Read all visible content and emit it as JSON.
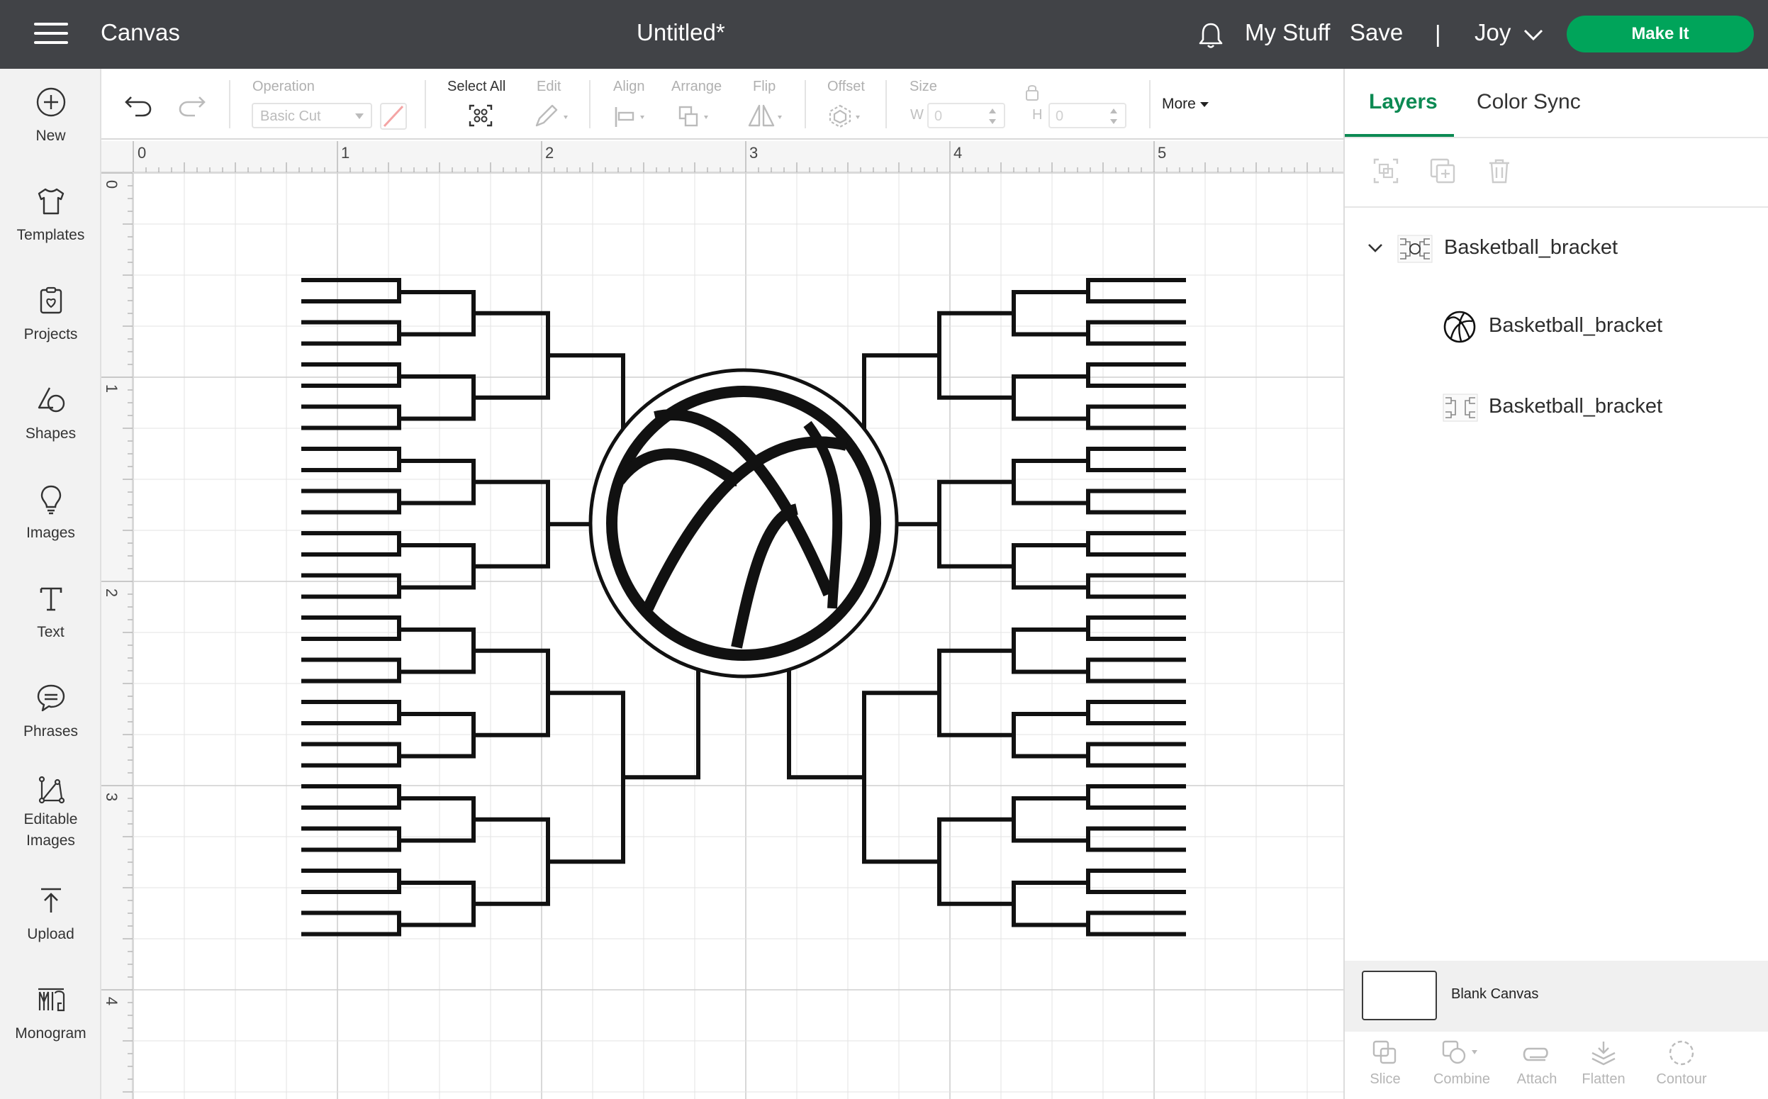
{
  "topbar": {
    "app_title": "Canvas",
    "doc_title": "Untitled*",
    "my_stuff": "My Stuff",
    "save": "Save",
    "divider": "|",
    "user": "Joy",
    "make_it": "Make It"
  },
  "sidebar": {
    "items": [
      {
        "label": "New",
        "icon": "plus-circle-icon"
      },
      {
        "label": "Templates",
        "icon": "tshirt-icon"
      },
      {
        "label": "Projects",
        "icon": "projects-icon"
      },
      {
        "label": "Shapes",
        "icon": "shapes-icon"
      },
      {
        "label": "Images",
        "icon": "lightbulb-icon"
      },
      {
        "label": "Text",
        "icon": "text-icon"
      },
      {
        "label": "Phrases",
        "icon": "speech-bubble-icon"
      },
      {
        "label": "Editable",
        "label2": "Images",
        "icon": "editable-images-icon"
      },
      {
        "label": "Upload",
        "icon": "upload-icon"
      },
      {
        "label": "Monogram",
        "icon": "monogram-icon"
      }
    ]
  },
  "toolbar": {
    "operation_label": "Operation",
    "operation_value": "Basic Cut",
    "select_all": "Select All",
    "edit": "Edit",
    "align": "Align",
    "arrange": "Arrange",
    "flip": "Flip",
    "offset": "Offset",
    "size": "Size",
    "w_label": "W",
    "w_value": "0",
    "h_label": "H",
    "h_value": "0",
    "more": "More"
  },
  "ruler": {
    "top": [
      "0",
      "1",
      "2",
      "3",
      "4",
      "5"
    ],
    "left": [
      "0",
      "1",
      "2",
      "3",
      "4"
    ]
  },
  "layers_panel": {
    "tab_layers": "Layers",
    "tab_color_sync": "Color Sync",
    "group_name": "Basketball_bracket",
    "children": [
      "Basketball_bracket",
      "Basketball_bracket"
    ],
    "blank_canvas": "Blank Canvas",
    "tools": [
      "Slice",
      "Combine",
      "Attach",
      "Flatten",
      "Contour"
    ]
  },
  "colors": {
    "topbar_bg": "#414347",
    "accent_green": "#00a45a",
    "tab_active": "#0c8a53"
  }
}
